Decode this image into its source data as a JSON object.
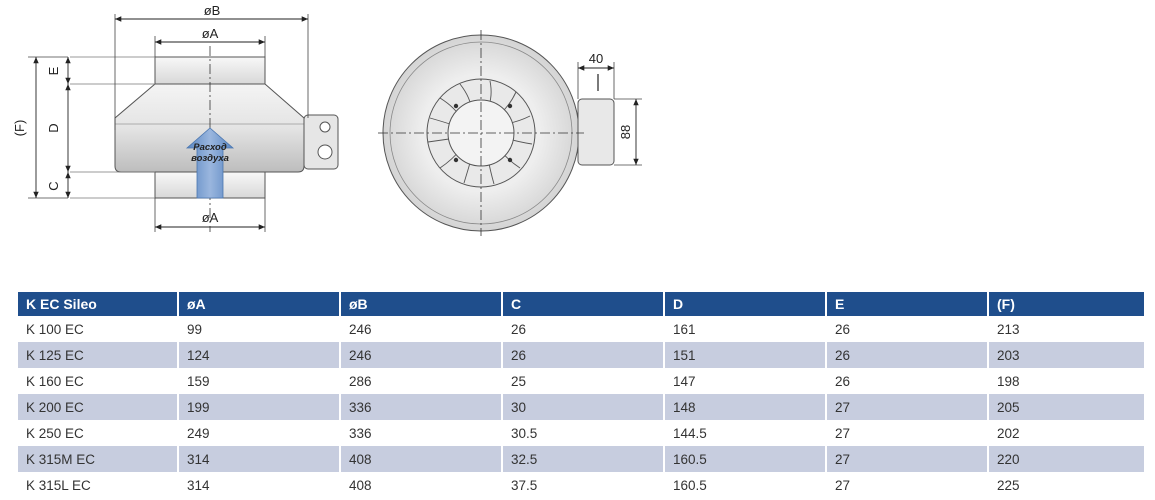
{
  "side_view": {
    "dim_b": "øB",
    "dim_a_top": "øA",
    "dim_a_bottom": "øA",
    "dim_e": "E",
    "dim_d": "D",
    "dim_c": "C",
    "dim_f": "(F)",
    "airflow_line1": "Расход",
    "airflow_line2": "воздуха"
  },
  "front_view": {
    "dim_40": "40",
    "dim_88": "88"
  },
  "table": {
    "headers": [
      "K EC Sileo",
      "øA",
      "øB",
      "C",
      "D",
      "E",
      "(F)"
    ],
    "rows": [
      [
        "K 100 EC",
        "99",
        "246",
        "26",
        "161",
        "26",
        "213"
      ],
      [
        "K 125 EC",
        "124",
        "246",
        "26",
        "151",
        "26",
        "203"
      ],
      [
        "K 160 EC",
        "159",
        "286",
        "25",
        "147",
        "26",
        "198"
      ],
      [
        "K 200 EC",
        "199",
        "336",
        "30",
        "148",
        "27",
        "205"
      ],
      [
        "K 250 EC",
        "249",
        "336",
        "30.5",
        "144.5",
        "27",
        "202"
      ],
      [
        "K 315M EC",
        "314",
        "408",
        "32.5",
        "160.5",
        "27",
        "220"
      ],
      [
        "K 315L EC",
        "314",
        "408",
        "37.5",
        "160.5",
        "27",
        "225"
      ]
    ]
  }
}
